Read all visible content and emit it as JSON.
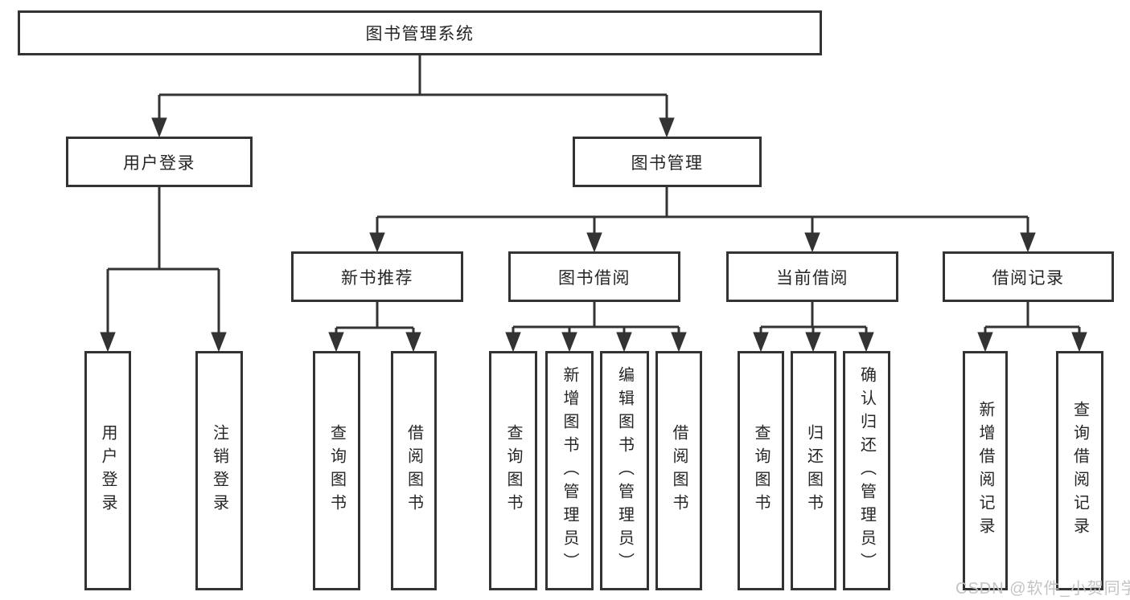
{
  "tree": {
    "label": "图书管理系统",
    "children": [
      {
        "label": "用户登录",
        "children": [
          {
            "label": "用户登录"
          },
          {
            "label": "注销登录"
          }
        ]
      },
      {
        "label": "图书管理",
        "children": [
          {
            "label": "新书推荐",
            "children": [
              {
                "label": "查询图书"
              },
              {
                "label": "借阅图书"
              }
            ]
          },
          {
            "label": "图书借阅",
            "children": [
              {
                "label": "查询图书"
              },
              {
                "label": "新增图书（管理员）"
              },
              {
                "label": "编辑图书（管理员）"
              },
              {
                "label": "借阅图书"
              }
            ]
          },
          {
            "label": "当前借阅",
            "children": [
              {
                "label": "查询图书"
              },
              {
                "label": "归还图书"
              },
              {
                "label": "确认归还（管理员）"
              }
            ]
          },
          {
            "label": "借阅记录",
            "children": [
              {
                "label": "新增借阅记录"
              },
              {
                "label": "查询借阅记录"
              }
            ]
          }
        ]
      }
    ]
  },
  "watermark": "CSDN @软件_小贺同学",
  "colors": {
    "background": "#ffffff",
    "box_fill": "#ffffff",
    "border": "#333333",
    "connector": "#333333",
    "text": "#262626",
    "watermark": "#c4c4c4"
  }
}
